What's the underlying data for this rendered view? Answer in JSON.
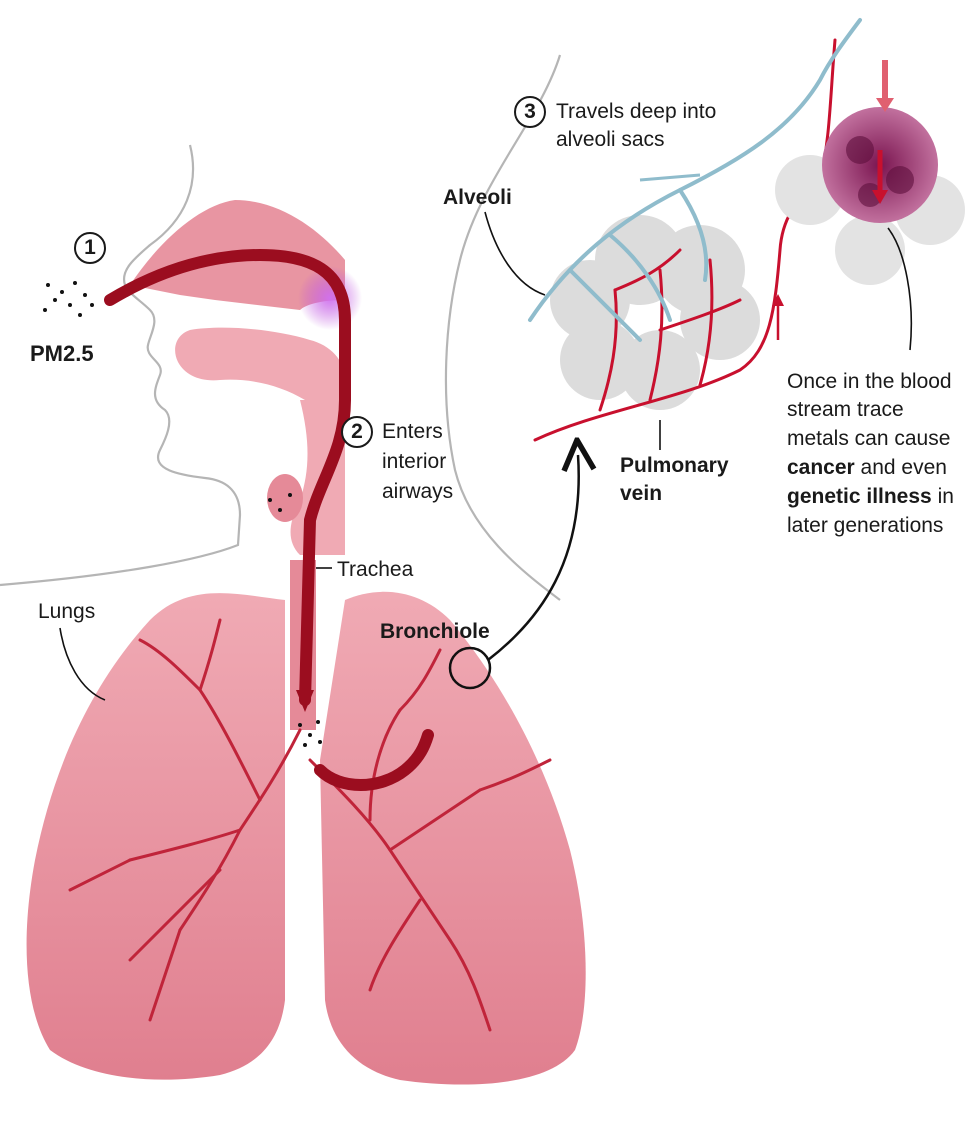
{
  "steps": [
    {
      "number": "1"
    },
    {
      "number": "2",
      "text_lines": [
        "Enters",
        "interior",
        "airways"
      ]
    },
    {
      "number": "3",
      "text_lines": [
        "Travels deep into",
        "alveoli sacs"
      ]
    }
  ],
  "labels": {
    "pm25": "PM2.5",
    "trachea": "Trachea",
    "lungs": "Lungs",
    "bronchiole": "Bronchiole",
    "alveoli": "Alveoli",
    "pulmonary_vein_lines": [
      "Pulmonary",
      "vein"
    ]
  },
  "note": {
    "line1": "Once in the blood",
    "line2": "stream trace",
    "line3": "metals can cause",
    "line4_bold": "cancer",
    "line4_rest": " and even",
    "line5_bold": "genetic illness",
    "line5_rest": " in",
    "line6": "later generations"
  },
  "colors": {
    "lung_fill": "#e58a98",
    "vessel_red": "#c8102e",
    "airway_dark": "#9b0d1f",
    "vein_blue": "#8fbccc",
    "alveoli_grey": "#dcdcdc",
    "particle": "#111111",
    "highlight_purple": "#b84ad8"
  }
}
